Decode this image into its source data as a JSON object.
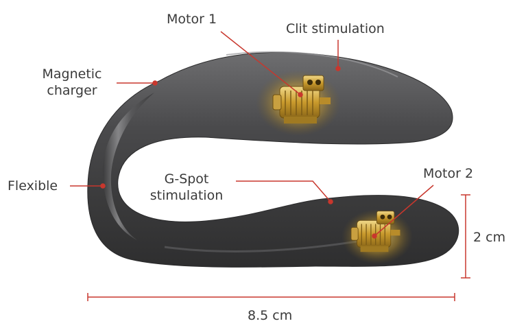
{
  "labels": {
    "motor1": "Motor 1",
    "clit": "Clit stimulation",
    "magnetic_line1": "Magnetic",
    "magnetic_line2": "charger",
    "flexible": "Flexible",
    "gspot_line1": "G-Spot",
    "gspot_line2": "stimulation",
    "motor2": "Motor 2",
    "height_dim": "2 cm",
    "width_dim": "8.5 cm"
  },
  "colors": {
    "leader_line": "#c8372d",
    "body_dark": "#3b3b3c",
    "body_light": "#8a8a8c",
    "motor_gold": "#d8b03a",
    "text": "#3a3a3a"
  },
  "icons": {
    "device": "u-shaped-device",
    "motor": "electric-motor-icon"
  }
}
